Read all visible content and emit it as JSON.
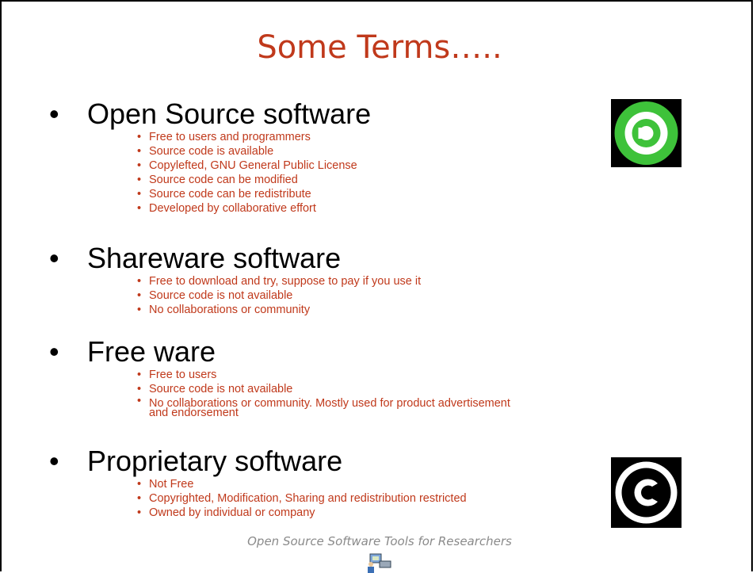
{
  "slide": {
    "title": "Some Terms…..",
    "sections": [
      {
        "heading": "Open Source software",
        "items": [
          "Free to users and programmers",
          "Source code is available",
          "Copylefted, GNU General Public License",
          "Source code can be modified",
          "Source code can be redistribute",
          "Developed by collaborative effort"
        ]
      },
      {
        "heading": "Shareware software",
        "items": [
          "Free to download and try, suppose to pay if you use it",
          "Source code is not available",
          "No collaborations or community"
        ]
      },
      {
        "heading": "Free ware",
        "items": [
          "Free to users",
          "Source code is not available",
          "No collaborations or community. Mostly used for product advertisement and endorsement"
        ]
      },
      {
        "heading": "Proprietary software",
        "items": [
          "Not Free",
          "Copyrighted, Modification, Sharing and redistribution restricted",
          "Owned by individual or company"
        ]
      }
    ],
    "footer": "Open Source Software Tools for Researchers",
    "icons": [
      "copyleft-icon",
      "copyright-icon",
      "computer-user-icon"
    ],
    "colors": {
      "title": "#c0391b",
      "bullet_text": "#c0391b",
      "copyleft": "#3ec23a",
      "footer": "#8a8a8a"
    }
  }
}
